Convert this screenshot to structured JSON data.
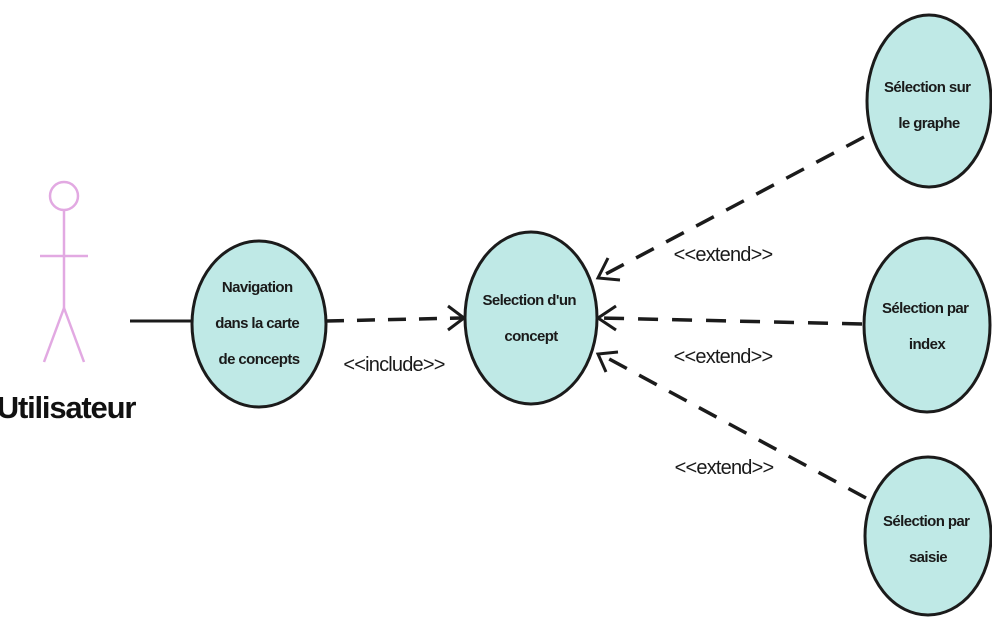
{
  "actor": {
    "name": "Utilisateur"
  },
  "use_cases": {
    "navigation": {
      "lines": [
        "Navigation",
        "dans la carte",
        "de concepts"
      ]
    },
    "selection_concept": {
      "lines": [
        "Selection d'un",
        "concept"
      ]
    },
    "selection_graphe": {
      "lines": [
        "Sélection sur",
        "le graphe"
      ]
    },
    "selection_index": {
      "lines": [
        "Sélection par",
        "index"
      ]
    },
    "selection_saisie": {
      "lines": [
        "Sélection par",
        "saisie"
      ]
    }
  },
  "relations": {
    "include_label": "<<include>>",
    "extend_graphe_label": "<<extend>>",
    "extend_index_label": "<<extend>>",
    "extend_saisie_label": "<<extend>>"
  },
  "colors": {
    "use_case_fill": "#bfe9e6",
    "use_case_stroke": "#1b1b1b",
    "actor_stroke": "#e2a9e2",
    "line": "#1b1b1b"
  }
}
